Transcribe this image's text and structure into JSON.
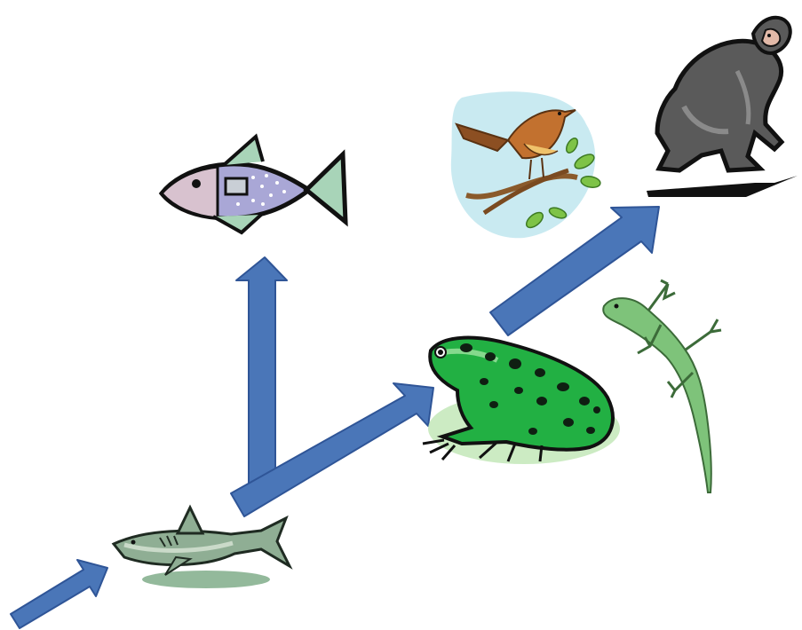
{
  "diagram": {
    "nodes": [
      {
        "id": "shark",
        "icon": "shark-icon",
        "color": "#8fae94"
      },
      {
        "id": "fish",
        "icon": "fish-icon",
        "color": "#a9a7d6"
      },
      {
        "id": "frog",
        "icon": "frog-icon",
        "color": "#22b043"
      },
      {
        "id": "bird",
        "icon": "bird-icon",
        "color": "#b86a32"
      },
      {
        "id": "lizard",
        "icon": "lizard-icon",
        "color": "#7ec37a"
      },
      {
        "id": "monkey",
        "icon": "monkey-icon",
        "color": "#5a5a5a"
      }
    ],
    "edges": [
      {
        "from": "start",
        "to": "shark"
      },
      {
        "from": "branch",
        "to": "fish"
      },
      {
        "from": "branch",
        "to": "frog"
      },
      {
        "from": "frog",
        "to": "monkey"
      }
    ],
    "arrow_color": "#4a76b8",
    "arrow_outline": "#2f5597"
  }
}
